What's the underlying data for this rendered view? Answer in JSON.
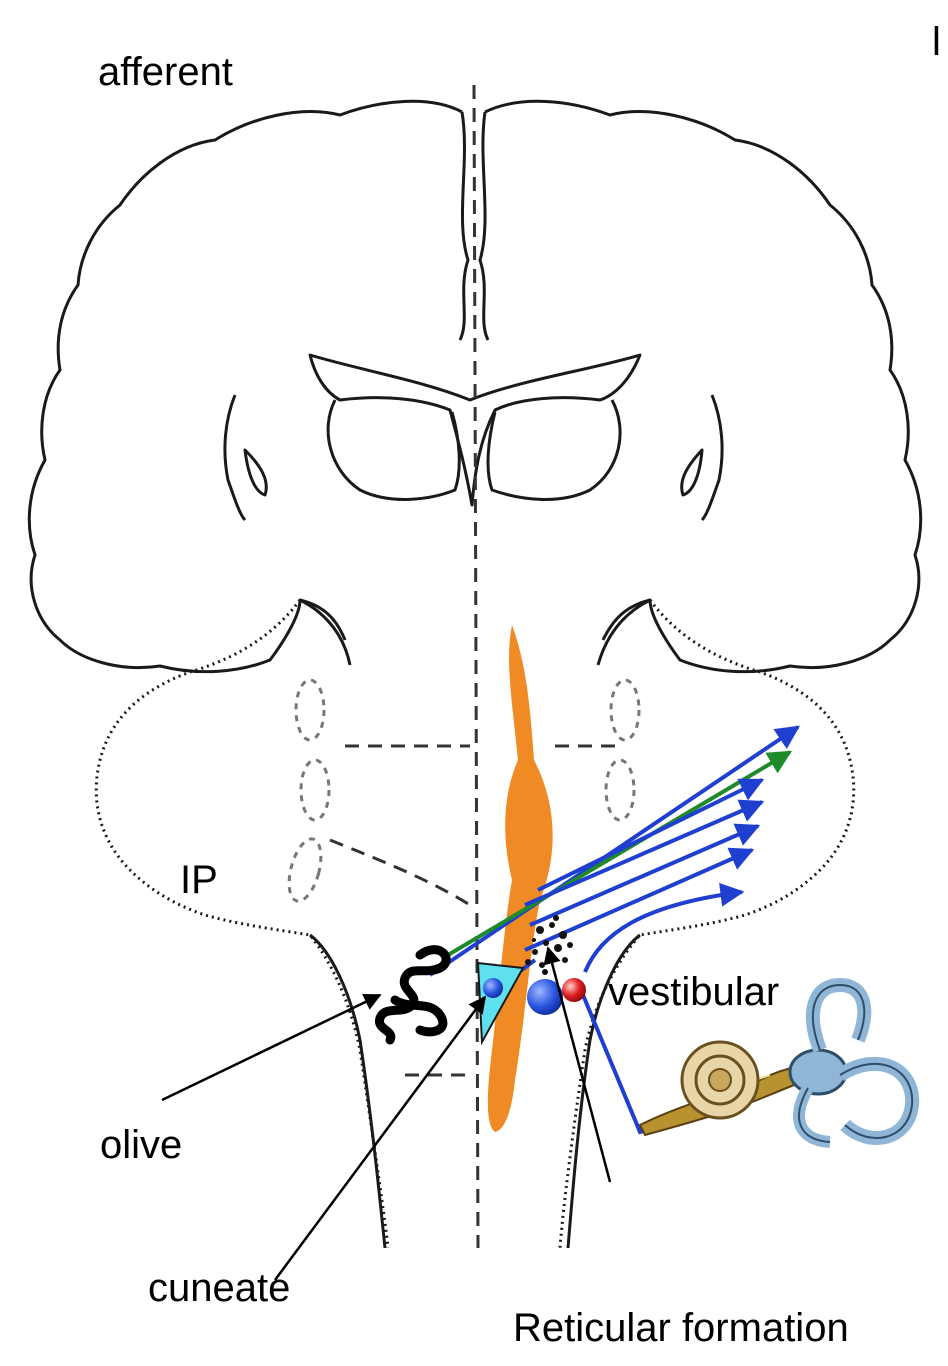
{
  "labels": {
    "afferent": "afferent",
    "corner_fragment": "l",
    "ip": "IP",
    "vestibular": "vestibular",
    "olive": "olive",
    "cuneate": "cuneate",
    "reticular_formation": "Reticular formation"
  },
  "colors": {
    "outline": "#1a1a1a",
    "dashed": "#333333",
    "orange_tract": "#f08a24",
    "blue_fiber": "#1f3fd1",
    "green_fiber": "#1f8a2a",
    "cuneate_wedge": "#5fe0ef",
    "vestibular_nucleus": "#d11a1a",
    "ear_bone": "#8fb6d6",
    "nerve": "#b8922e"
  },
  "icons": [
    "inner-ear-icon",
    "olive-squiggle-icon"
  ]
}
